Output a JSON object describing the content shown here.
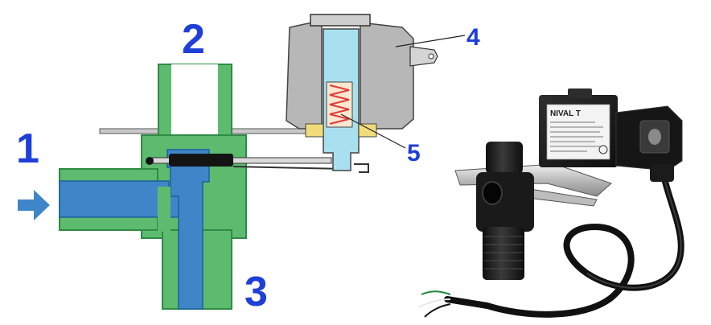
{
  "diagram": {
    "port_labels": {
      "inlet": "1",
      "top_outlet": "2",
      "bottom_outlet": "3"
    },
    "callouts": {
      "coil": "4",
      "spring": "5"
    },
    "photo": {
      "brand_text": "NIVAL T"
    },
    "colors": {
      "body_green": "#5dbb6f",
      "body_green_dark": "#2f8a45",
      "fluid_blue": "#3f86c9",
      "fluid_blue_dark": "#1e5f9e",
      "arrow_blue": "#3f86c9",
      "coil_gray": "#b7b7b7",
      "plunger_cyan": "#a9e0ef",
      "spring_red": "#e23a3a",
      "spring_box": "#fbe7cf",
      "pole_yellow": "#f1dc79",
      "label_blue": "#1f3fd8",
      "valve_black": "#1b1b1b"
    }
  }
}
